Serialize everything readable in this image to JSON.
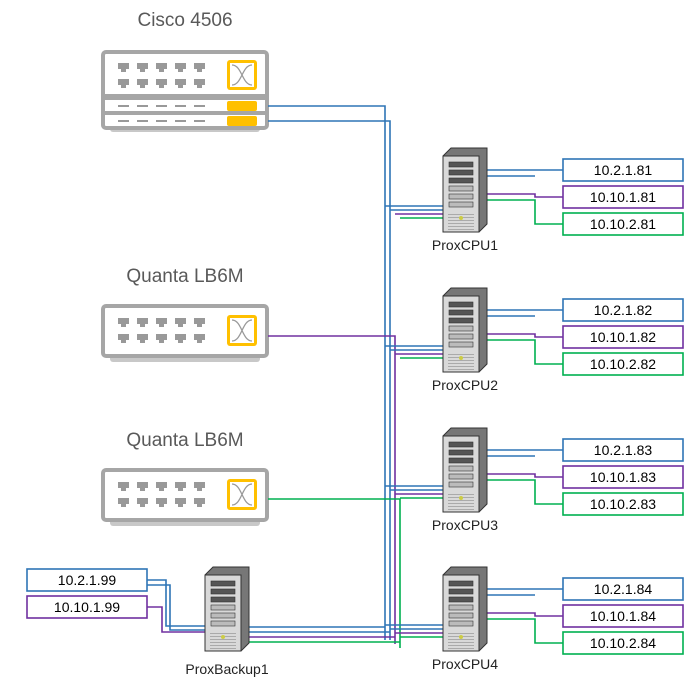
{
  "colors": {
    "net_2_1": "#2e75b6",
    "net_10_1": "#7030a0",
    "net_10_2": "#00b050",
    "switch_accent": "#ffc000",
    "device_gray": "#a6a6a6"
  },
  "switches": [
    {
      "title": "Cisco 4506",
      "icon": "stacked-switch-icon"
    },
    {
      "title": "Quanta LB6M",
      "icon": "switch-icon"
    },
    {
      "title": "Quanta LB6M",
      "icon": "switch-icon"
    }
  ],
  "servers": [
    {
      "name": "ProxCPU1",
      "ips": [
        "10.2.1.81",
        "10.10.1.81",
        "10.10.2.81"
      ]
    },
    {
      "name": "ProxCPU2",
      "ips": [
        "10.2.1.82",
        "10.10.1.82",
        "10.10.2.82"
      ]
    },
    {
      "name": "ProxCPU3",
      "ips": [
        "10.2.1.83",
        "10.10.1.83",
        "10.10.2.83"
      ]
    },
    {
      "name": "ProxCPU4",
      "ips": [
        "10.2.1.84",
        "10.10.1.84",
        "10.10.2.84"
      ]
    }
  ],
  "backup": {
    "name": "ProxBackup1",
    "ips": [
      "10.2.1.99",
      "10.10.1.99"
    ]
  }
}
